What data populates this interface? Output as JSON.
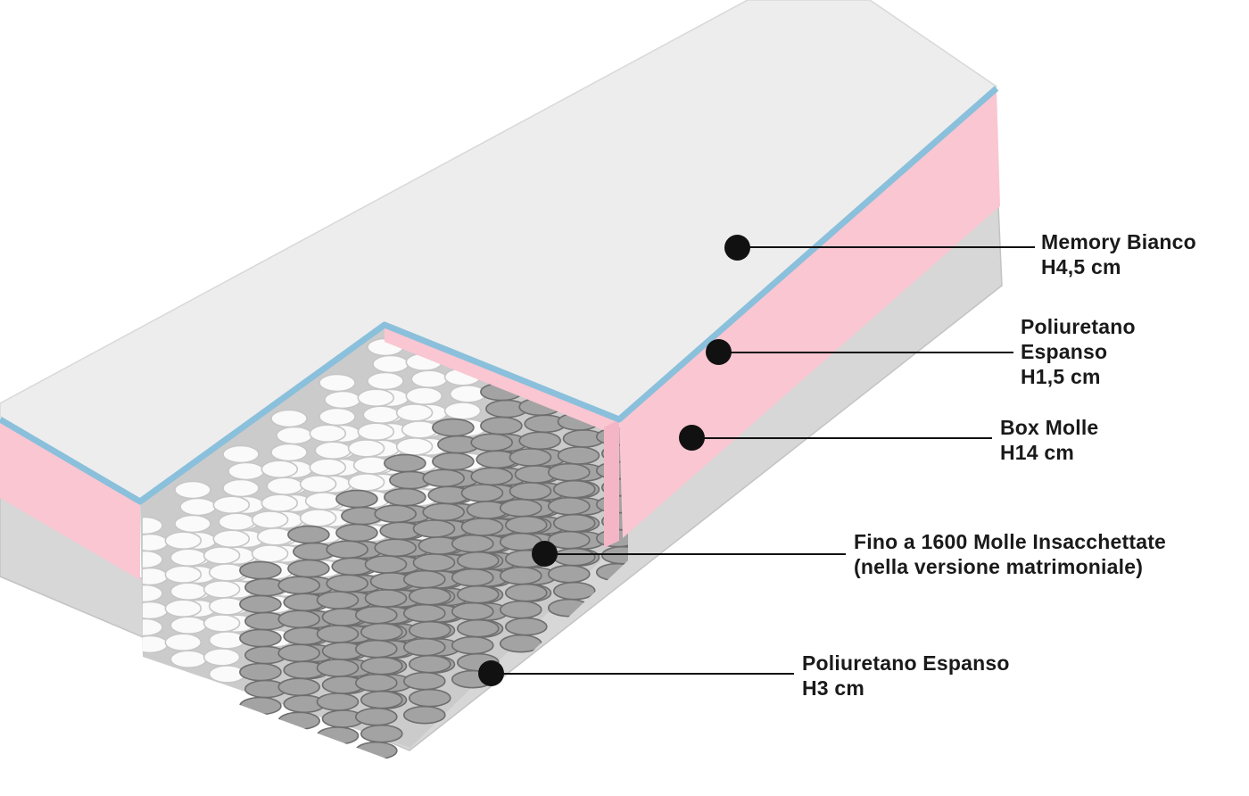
{
  "diagram": {
    "kind": "mattress-layers-cutaway",
    "language": "it"
  },
  "callouts": [
    {
      "id": "memory-bianco",
      "lines": [
        "Memory Bianco",
        "H4,5 cm"
      ]
    },
    {
      "id": "poliuretano-espanso-top",
      "lines": [
        "Poliuretano",
        "Espanso",
        "H1,5 cm"
      ]
    },
    {
      "id": "box-molle",
      "lines": [
        "Box Molle",
        "H14 cm"
      ]
    },
    {
      "id": "molle-insacchettate",
      "lines": [
        "Fino a 1600 Molle Insacchettate",
        "(nella versione matrimoniale)"
      ]
    },
    {
      "id": "poliuretano-espanso-base",
      "lines": [
        "Poliuretano Espanso",
        "H3 cm"
      ]
    }
  ],
  "colors": {
    "background": "#ffffff",
    "top_face": "#ededed",
    "top_edge": "#d8d8d8",
    "trim_blue": "#8ac0db",
    "foam_pink": "#f9c6d2",
    "foam_pink_dark": "#f4b6c6",
    "base_gray": "#d7d7d7",
    "base_edge": "#c3c3c3",
    "cavity": "#cbcbcb",
    "spring_white": "#fafafa",
    "spring_white_line": "#c6c6c6",
    "spring_gray": "#a3a3a3",
    "spring_gray_line": "#6e6e6e",
    "callout_black": "#111111",
    "label_text": "#1a1a1a"
  }
}
